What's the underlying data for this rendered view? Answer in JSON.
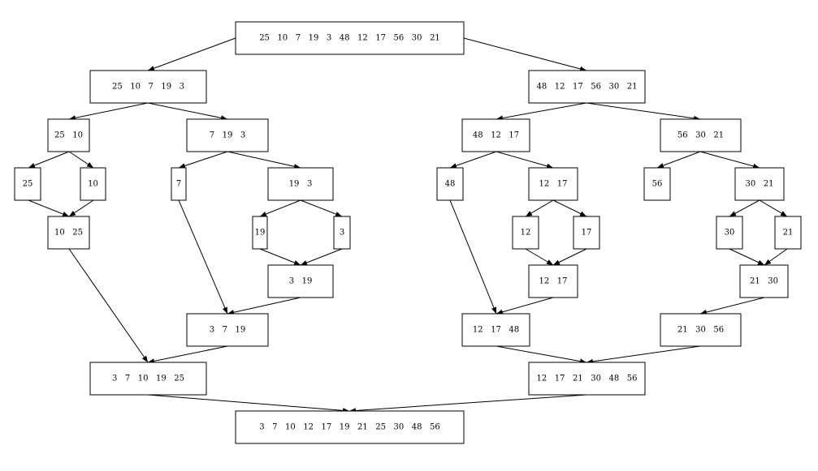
{
  "diagram": {
    "nodes": {
      "root": "25   10   7   19   3   48   12   17   56   30   21",
      "l": "25   10   7   19   3",
      "r": "48   12   17   56   30   21",
      "ll": "25   10",
      "lr": "7   19   3",
      "rl": "48   12   17",
      "rr": "56   30   21",
      "n25": "25",
      "n10": "10",
      "n7": "7",
      "n19_3": "19   3",
      "n48": "48",
      "n12_17": "12   17",
      "n56": "56",
      "n30_21": "30   21",
      "m10_25": "10   25",
      "n19": "19",
      "n3": "3",
      "n12": "12",
      "n17": "17",
      "n30": "30",
      "n21": "21",
      "m3_19": "3   19",
      "m12_17": "12   17",
      "m21_30": "21   30",
      "m3_7_19": "3   7   19",
      "m12_17_48": "12   17   48",
      "m21_30_56": "21   30   56",
      "m_left": "3   7   10   19   25",
      "m_right": "12   17   21   30   48   56",
      "final": "3   7   10   12   17   19   21   25   30   48   56"
    }
  }
}
